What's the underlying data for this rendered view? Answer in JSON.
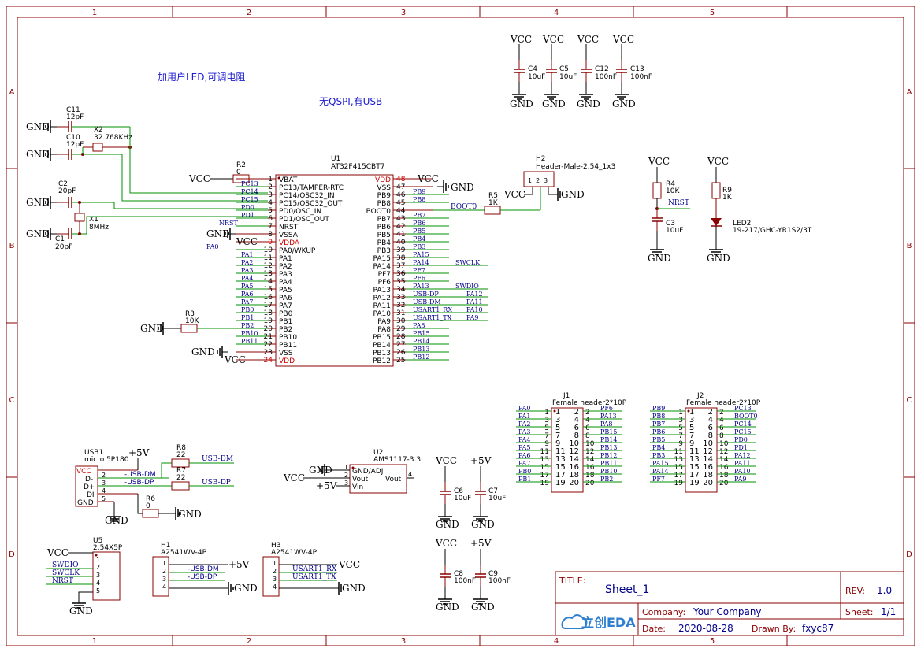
{
  "frame": {
    "cols": [
      "1",
      "2",
      "3",
      "4",
      "5"
    ],
    "rows": [
      "A",
      "B",
      "C",
      "D"
    ]
  },
  "notes": {
    "note1": "加用户LED,可调电阻",
    "note2": "无QSPI,有USB"
  },
  "gnd": "GND",
  "vcc": "VCC",
  "p5v": "+5V",
  "caps_top": {
    "c4": {
      "ref": "C4",
      "val": "10uF"
    },
    "c5": {
      "ref": "C5",
      "val": "10uF"
    },
    "c12": {
      "ref": "C12",
      "val": "100nF"
    },
    "c13": {
      "ref": "C13",
      "val": "100nF"
    }
  },
  "crystal": {
    "c11": {
      "ref": "C11",
      "val": "12pF"
    },
    "c10": {
      "ref": "C10",
      "val": "12pF"
    },
    "x2": {
      "ref": "X2",
      "val": "32.768KHz"
    },
    "c2": {
      "ref": "C2",
      "val": "20pF"
    },
    "c1": {
      "ref": "C1",
      "val": "20pF"
    },
    "x1": {
      "ref": "X1",
      "val": "8MHz"
    }
  },
  "r2": {
    "ref": "R2",
    "val": "0"
  },
  "r3": {
    "ref": "R3",
    "val": "10K"
  },
  "r5": {
    "ref": "R5",
    "val": "1K"
  },
  "r4": {
    "ref": "R4",
    "val": "10K"
  },
  "c3": {
    "ref": "C3",
    "val": "10uF"
  },
  "r9": {
    "ref": "R9",
    "val": "1K"
  },
  "led2": {
    "ref": "LED2",
    "val": "19-217/GHC-YR1S2/3T"
  },
  "h2": {
    "ref": "H2",
    "val": "Header-Male-2.54_1x3"
  },
  "u1": {
    "ref": "U1",
    "val": "AT32F415CBT7",
    "left_pins": [
      {
        "num": "1",
        "name": "VBAT",
        "red": false
      },
      {
        "num": "2",
        "name": "PC13/TAMPER-RTC",
        "red": false
      },
      {
        "num": "3",
        "name": "PC14/OSC32_IN",
        "red": false
      },
      {
        "num": "4",
        "name": "PC15/OSC32_OUT",
        "red": false
      },
      {
        "num": "5",
        "name": "PD0/OSC_IN",
        "red": false
      },
      {
        "num": "6",
        "name": "PD1/OSC_OUT",
        "red": false
      },
      {
        "num": "7",
        "name": "NRST",
        "red": false
      },
      {
        "num": "8",
        "name": "VSSA",
        "red": false
      },
      {
        "num": "9",
        "name": "VDDA",
        "red": true
      },
      {
        "num": "10",
        "name": "PA0/WKUP",
        "red": false
      },
      {
        "num": "11",
        "name": "PA1",
        "red": false
      },
      {
        "num": "12",
        "name": "PA2",
        "red": false
      },
      {
        "num": "13",
        "name": "PA3",
        "red": false
      },
      {
        "num": "14",
        "name": "PA4",
        "red": false
      },
      {
        "num": "15",
        "name": "PA5",
        "red": false
      },
      {
        "num": "16",
        "name": "PA6",
        "red": false
      },
      {
        "num": "17",
        "name": "PA7",
        "red": false
      },
      {
        "num": "18",
        "name": "PB0",
        "red": false
      },
      {
        "num": "19",
        "name": "PB1",
        "red": false
      },
      {
        "num": "20",
        "name": "PB2",
        "red": false
      },
      {
        "num": "21",
        "name": "PB10",
        "red": false
      },
      {
        "num": "22",
        "name": "PB11",
        "red": false
      },
      {
        "num": "23",
        "name": "VSS",
        "red": false
      },
      {
        "num": "24",
        "name": "VDD",
        "red": true
      }
    ],
    "right_pins": [
      {
        "num": "48",
        "name": "VDD",
        "red": true
      },
      {
        "num": "47",
        "name": "VSS",
        "red": false
      },
      {
        "num": "46",
        "name": "PB9",
        "red": false
      },
      {
        "num": "45",
        "name": "PB8",
        "red": false
      },
      {
        "num": "44",
        "name": "BOOT0",
        "red": false
      },
      {
        "num": "43",
        "name": "PB7",
        "red": false
      },
      {
        "num": "42",
        "name": "PB6",
        "red": false
      },
      {
        "num": "41",
        "name": "PB5",
        "red": false
      },
      {
        "num": "40",
        "name": "PB4",
        "red": false
      },
      {
        "num": "39",
        "name": "PB3",
        "red": false
      },
      {
        "num": "38",
        "name": "PA15",
        "red": false
      },
      {
        "num": "37",
        "name": "PA14",
        "red": false
      },
      {
        "num": "36",
        "name": "PF7",
        "red": false
      },
      {
        "num": "35",
        "name": "PF6",
        "red": false
      },
      {
        "num": "34",
        "name": "PA13",
        "red": false
      },
      {
        "num": "33",
        "name": "PA12",
        "red": false
      },
      {
        "num": "32",
        "name": "PA11",
        "red": false
      },
      {
        "num": "31",
        "name": "PA10",
        "red": false
      },
      {
        "num": "30",
        "name": "PA9",
        "red": false
      },
      {
        "num": "29",
        "name": "PA8",
        "red": false
      },
      {
        "num": "28",
        "name": "PB15",
        "red": false
      },
      {
        "num": "27",
        "name": "PB14",
        "red": false
      },
      {
        "num": "26",
        "name": "PB13",
        "red": false
      },
      {
        "num": "25",
        "name": "PB12",
        "red": false
      }
    ],
    "left_nets": [
      "",
      "PC13",
      "PC14",
      "PC15",
      "PD0",
      "PD1",
      "NRST",
      "",
      "",
      "PA0",
      "PA1",
      "PA2",
      "PA3",
      "PA4",
      "PA5",
      "PA6",
      "PA7",
      "PB0",
      "PB1",
      "PB2",
      "PB10",
      "PB11",
      "",
      ""
    ],
    "right_nets": [
      "",
      "",
      "PB9",
      "PB8",
      "BOOT0",
      "PB7",
      "PB6",
      "PB5",
      "PB4",
      "PB3",
      "PA15",
      "PA14",
      "PF7",
      "PF6",
      "PA13",
      "USB-DP",
      "USB-DM",
      "USART1_RX",
      "USART1_TX",
      "PA8",
      "PB15",
      "PB14",
      "PB13",
      "PB12"
    ],
    "right_nets_far": [
      "",
      "",
      "",
      "",
      "",
      "",
      "",
      "",
      "",
      "",
      "",
      "SWCLK",
      "",
      "",
      "SWDIO",
      "PA12",
      "PA11",
      "PA10",
      "PA9",
      "",
      "",
      "",
      "",
      ""
    ]
  },
  "j1": {
    "ref": "J1",
    "val": "Female header2*10P",
    "left_nets": [
      "PA0",
      "PA1",
      "PA2",
      "PA3",
      "PA4",
      "PA5",
      "PA6",
      "PA7",
      "PB0",
      "PB1"
    ],
    "right_nets": [
      "PF6",
      "PA13",
      "PA8",
      "PB15",
      "PB14",
      "PB13",
      "PB12",
      "PB11",
      "PB10",
      "PB2"
    ]
  },
  "j2": {
    "ref": "J2",
    "val": "Female header2*10P",
    "left_nets": [
      "PB9",
      "PB8",
      "PB7",
      "PB6",
      "PB5",
      "PB4",
      "PB3",
      "PA15",
      "PA14",
      "PF7"
    ],
    "right_nets": [
      "PC13",
      "BOOT0",
      "PC14",
      "PC15",
      "PD0",
      "PD1",
      "PA12",
      "PA11",
      "PA10",
      "PA9"
    ]
  },
  "usb1": {
    "ref": "USB1",
    "val": "micro 5P180",
    "pins": [
      "VCC",
      "D-",
      "D+",
      "DI",
      "GND"
    ],
    "nets": [
      "-USB-DM",
      "-USB-DP"
    ]
  },
  "r8": {
    "ref": "R8",
    "val": "22",
    "net": "USB-DM"
  },
  "r7": {
    "ref": "R7",
    "val": "22",
    "net": "USB-DP"
  },
  "r6": {
    "ref": "R6",
    "val": "0"
  },
  "u2": {
    "ref": "U2",
    "val": "AMS1117-3.3",
    "pins": [
      "GND/ADJ",
      "Vout",
      "Vin",
      "Vout"
    ]
  },
  "caps_mid": {
    "c6": {
      "ref": "C6",
      "val": "10uF"
    },
    "c7": {
      "ref": "C7",
      "val": "10uF"
    },
    "c8": {
      "ref": "C8",
      "val": "100nF"
    },
    "c9": {
      "ref": "C9",
      "val": "100nF"
    }
  },
  "u5": {
    "ref": "U5",
    "val": "2.54X5P",
    "nets": [
      "SWDIO",
      "SWCLK",
      "NRST"
    ]
  },
  "h1": {
    "ref": "H1",
    "val": "A2541WV-4P",
    "nets": [
      "-USB-DM",
      "-USB-DP"
    ]
  },
  "h3": {
    "ref": "H3",
    "val": "A2541WV-4P",
    "nets": [
      "USART1_RX",
      "USART1_TX"
    ]
  },
  "title_block": {
    "title_label": "TITLE:",
    "title": "Sheet_1",
    "rev_label": "REV:",
    "rev": "1.0",
    "company_label": "Company:",
    "company": "Your Company",
    "sheet_label": "Sheet:",
    "sheet": "1/1",
    "date_label": "Date:",
    "date": "2020-08-28",
    "drawn_label": "Drawn By:",
    "drawn": "fxyc87",
    "logo": "立创EDA"
  }
}
